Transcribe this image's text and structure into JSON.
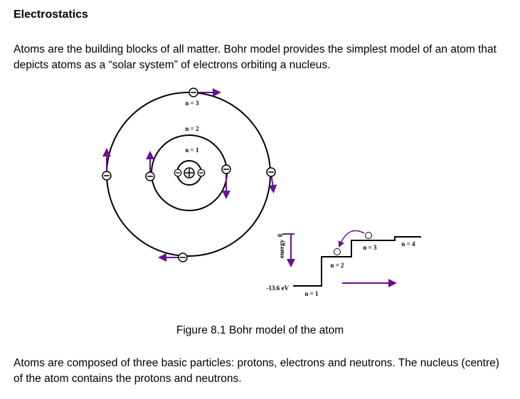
{
  "title": "Electrostatics",
  "intro": "Atoms are the building blocks of all matter. Bohr model provides the simplest model of an atom that depicts atoms as a “solar system” of electrons orbiting a nucleus.",
  "figure": {
    "caption": "Figure 8.1 Bohr model of the atom",
    "orbit_labels": [
      "n = 1",
      "n = 2",
      "n = 3"
    ],
    "energy": {
      "axis_label": "energy",
      "zero_label": "0",
      "ground_label": "-13.6 eV",
      "levels": [
        "n = 1",
        "n = 2",
        "n = 3",
        "n = 4"
      ]
    },
    "arrow_color": "#6b0f95"
  },
  "body": "Atoms are composed of three basic particles: protons, electrons and neutrons. The nucleus (centre) of the atom contains the protons and neutrons."
}
